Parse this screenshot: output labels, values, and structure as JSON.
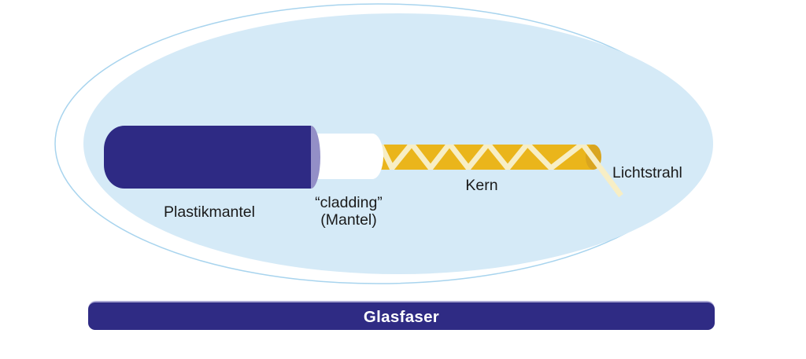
{
  "labels": {
    "plastikmantel": "Plastikmantel",
    "cladding_line1": "“cladding”",
    "cladding_line2": "(Mantel)",
    "kern": "Kern",
    "lichtstrahl": "Lichtstrahl"
  },
  "banner": {
    "label": "Glasfaser"
  },
  "colors": {
    "jacket_blue": "#2E2A84",
    "jacket_cap_lavender": "#938FC7",
    "cladding_white": "#FFFFFF",
    "core_yellow": "#EAB51B",
    "core_cap_yellow": "#D9A51F",
    "light_ray_cream": "#F7EEC5",
    "ellipse_fill": "#D5EAF7",
    "ellipse_outline": "#A8D4EE",
    "banner_blue": "#2F2B84",
    "banner_edge": "#ABA7D3",
    "banner_text": "#FFFFFF",
    "text": "#1A1A1A"
  }
}
